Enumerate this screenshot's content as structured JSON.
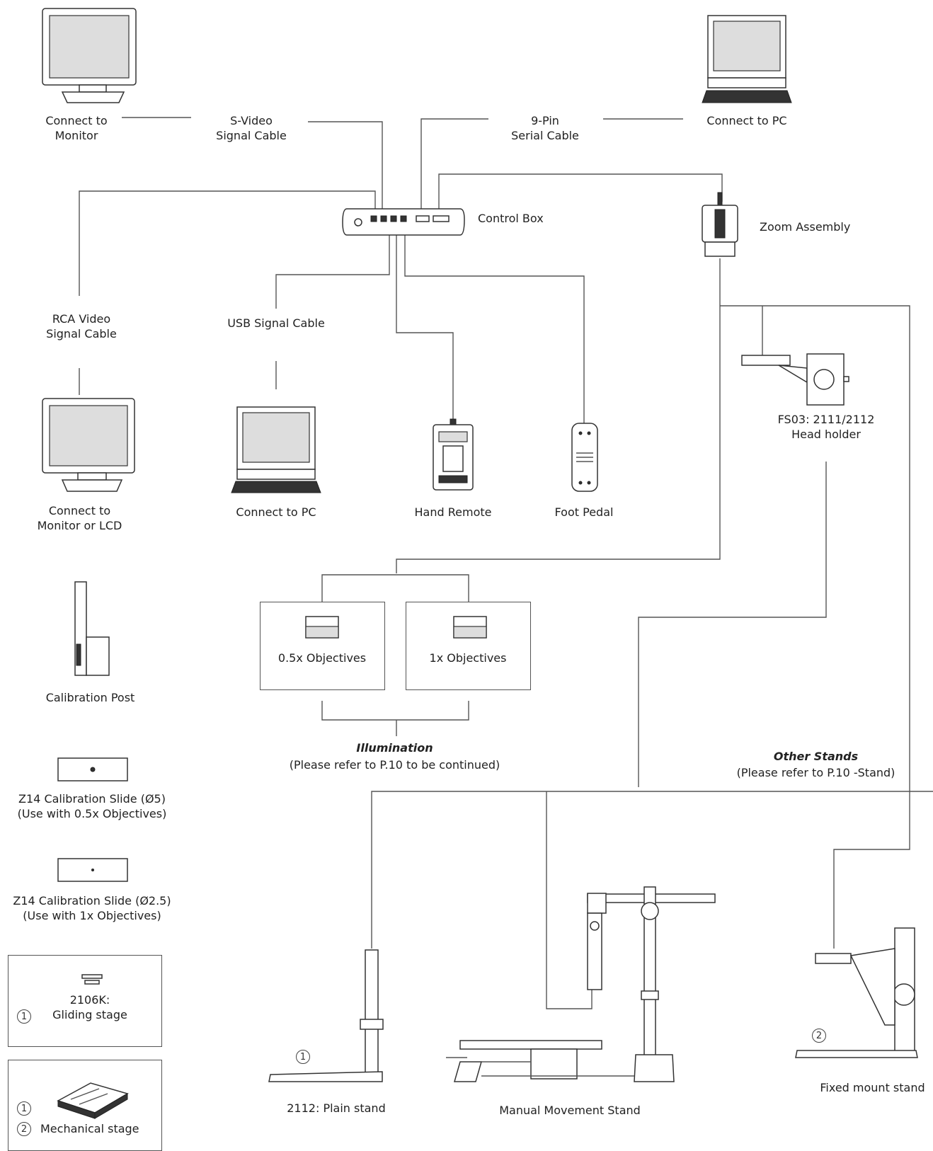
{
  "labels": {
    "connect_monitor": [
      "Connect to",
      "Monitor"
    ],
    "svideo": [
      "S-Video",
      "Signal Cable"
    ],
    "pin9": [
      "9-Pin",
      "Serial Cable"
    ],
    "connect_pc_top": "Connect to PC",
    "control_box": "Control Box",
    "zoom_assembly": "Zoom Assembly",
    "rca": [
      "RCA Video",
      "Signal Cable"
    ],
    "usb": "USB Signal Cable",
    "head_holder": [
      "FS03: 2111/2112",
      "Head holder"
    ],
    "connect_monitor_lcd": [
      "Connect to",
      "Monitor or LCD"
    ],
    "connect_pc_bottom": "Connect to PC",
    "hand_remote": "Hand Remote",
    "foot_pedal": "Foot Pedal",
    "calibration_post": "Calibration Post",
    "obj_05": "0.5x Objectives",
    "obj_1": "1x Objectives",
    "illumination_title": "Illumination",
    "illumination_note": "(Please refer to P.10 to be continued)",
    "other_stands_title": "Other Stands",
    "other_stands_note": "(Please refer to P.10 -Stand)",
    "slide_5": [
      "Z14 Calibration Slide (Ø5)",
      "(Use with 0.5x Objectives)"
    ],
    "slide_25": [
      "Z14 Calibration Slide (Ø2.5)",
      "(Use with 1x Objectives)"
    ],
    "gliding_stage": [
      "2106K:",
      "Gliding stage"
    ],
    "mechanical_stage": "Mechanical stage",
    "plain_stand": "2112: Plain stand",
    "manual_stand": "Manual Movement Stand",
    "fixed_stand": "Fixed mount stand"
  },
  "markers": {
    "one": "1",
    "two": "2"
  },
  "icons": [
    "monitor-icon",
    "computer-icon",
    "control-box-icon",
    "zoom-assembly-icon",
    "head-holder-icon",
    "hand-remote-icon",
    "foot-pedal-icon",
    "calibration-post-icon",
    "objective-icon",
    "calibration-slide-icon",
    "gliding-stage-icon",
    "mechanical-stage-icon",
    "plain-stand-icon",
    "manual-movement-stand-icon",
    "fixed-mount-stand-icon"
  ]
}
